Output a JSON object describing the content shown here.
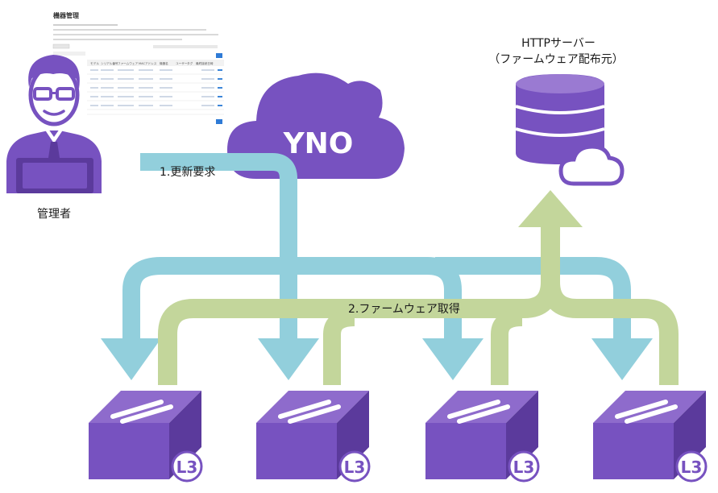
{
  "cloud": {
    "label": "YNO"
  },
  "server": {
    "title_line1": "HTTPサーバー",
    "title_line2": "（ファームウェア配布元）"
  },
  "admin": {
    "label": "管理者"
  },
  "screenshot": {
    "title": "機器管理",
    "columns": [
      "モデル",
      "シリアル番号",
      "ファームウェア",
      "MACアドレス",
      "機器名",
      "ユーザー",
      "タグ",
      "最終接続日時"
    ]
  },
  "flows": {
    "update_request": "1.更新要求",
    "firmware_fetch": "2.ファームウェア取得"
  },
  "switches": [
    {
      "badge": "L3"
    },
    {
      "badge": "L3"
    },
    {
      "badge": "L3"
    },
    {
      "badge": "L3"
    }
  ],
  "colors": {
    "purple": "#7752c0",
    "purple_dark": "#5b3a9c",
    "blue_arrow": "#92cfdc",
    "green_arrow": "#c3d69b"
  }
}
